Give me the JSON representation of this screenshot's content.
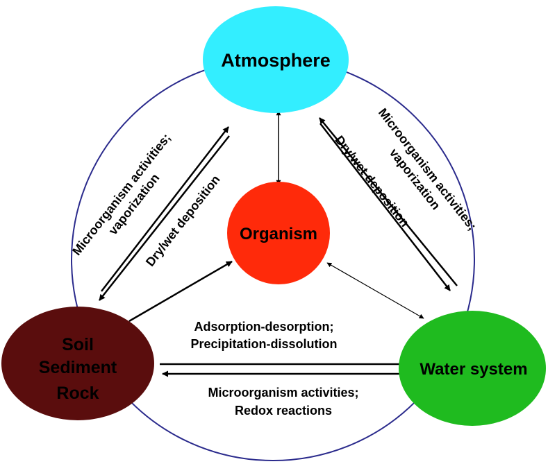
{
  "nodes": {
    "atmosphere": {
      "label": "Atmosphere",
      "color": "#33eeff"
    },
    "organism": {
      "label": "Organism",
      "color": "#ff2a0a"
    },
    "soil": {
      "lines": [
        "Soil",
        "Sediment",
        "Rock"
      ],
      "color": "#5a0d0d"
    },
    "water": {
      "label": "Water system",
      "color": "#1fbb1f"
    }
  },
  "edges": {
    "soil_to_atmosphere": {
      "line1": "Microorganism activities;",
      "line2": "vaporization"
    },
    "atmosphere_to_soil": {
      "line1": "Dry/wet deposition"
    },
    "water_to_atmosphere": {
      "line1": "Microorganism activities;",
      "line2": "vaporization"
    },
    "atmosphere_to_water": {
      "line1": "Dry/wet deposition"
    },
    "soil_to_water": {
      "line1": "Adsorption-desorption;",
      "line2": "Precipitation-dissolution"
    },
    "water_to_soil": {
      "line1": "Microorganism activities;",
      "line2": "Redox reactions"
    }
  },
  "colors": {
    "ring": "#2a2a8c",
    "arrow": "#000000"
  }
}
